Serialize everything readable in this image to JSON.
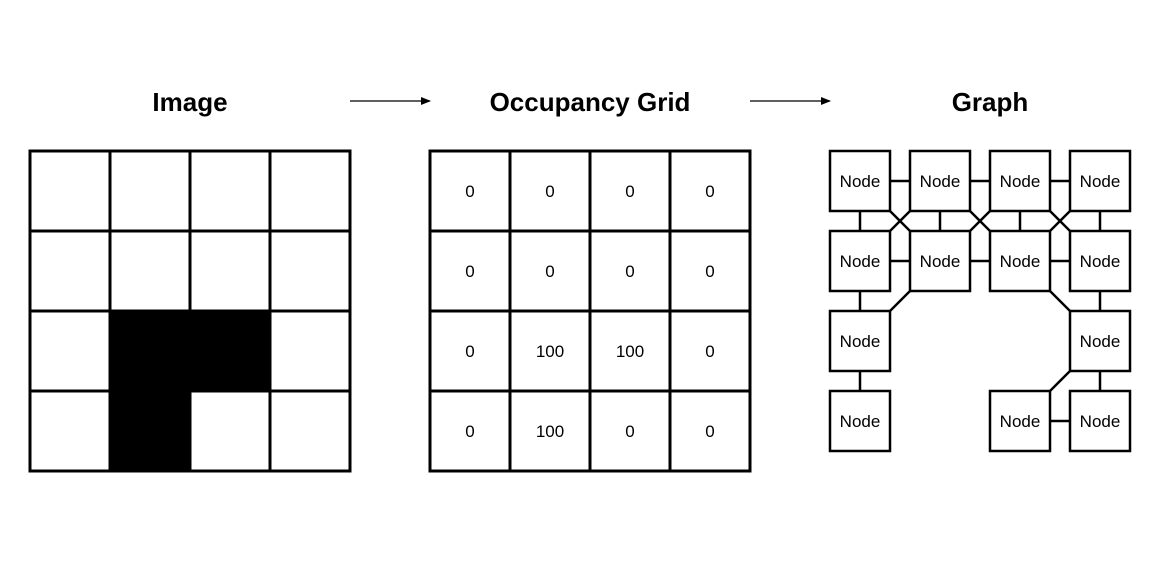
{
  "titles": {
    "image": "Image",
    "occupancy_grid": "Occupancy Grid",
    "graph": "Graph"
  },
  "image_grid": {
    "rows": 4,
    "cols": 4,
    "cells": [
      [
        0,
        0,
        0,
        0
      ],
      [
        0,
        0,
        0,
        0
      ],
      [
        0,
        1,
        1,
        0
      ],
      [
        0,
        1,
        0,
        0
      ]
    ],
    "colors": {
      "free": "#ffffff",
      "occupied": "#000000",
      "line": "#000000"
    }
  },
  "occupancy_grid": {
    "values": [
      [
        "0",
        "0",
        "0",
        "0"
      ],
      [
        "0",
        "0",
        "0",
        "0"
      ],
      [
        "0",
        "100",
        "100",
        "0"
      ],
      [
        "0",
        "100",
        "0",
        "0"
      ]
    ]
  },
  "graph": {
    "node_label": "Node",
    "nodes": [
      {
        "id": "n00",
        "row": 0,
        "col": 0
      },
      {
        "id": "n01",
        "row": 0,
        "col": 1
      },
      {
        "id": "n02",
        "row": 0,
        "col": 2
      },
      {
        "id": "n03",
        "row": 0,
        "col": 3
      },
      {
        "id": "n10",
        "row": 1,
        "col": 0
      },
      {
        "id": "n11",
        "row": 1,
        "col": 1
      },
      {
        "id": "n12",
        "row": 1,
        "col": 2
      },
      {
        "id": "n13",
        "row": 1,
        "col": 3
      },
      {
        "id": "n20",
        "row": 2,
        "col": 0
      },
      {
        "id": "n23",
        "row": 2,
        "col": 3
      },
      {
        "id": "n30",
        "row": 3,
        "col": 0
      },
      {
        "id": "n32",
        "row": 3,
        "col": 2
      },
      {
        "id": "n33",
        "row": 3,
        "col": 3
      }
    ],
    "edges": [
      [
        "n00",
        "n01"
      ],
      [
        "n01",
        "n02"
      ],
      [
        "n02",
        "n03"
      ],
      [
        "n10",
        "n11"
      ],
      [
        "n11",
        "n12"
      ],
      [
        "n12",
        "n13"
      ],
      [
        "n32",
        "n33"
      ],
      [
        "n00",
        "n10"
      ],
      [
        "n01",
        "n11"
      ],
      [
        "n02",
        "n12"
      ],
      [
        "n03",
        "n13"
      ],
      [
        "n10",
        "n20"
      ],
      [
        "n20",
        "n30"
      ],
      [
        "n13",
        "n23"
      ],
      [
        "n23",
        "n33"
      ],
      [
        "n00",
        "n11"
      ],
      [
        "n01",
        "n10"
      ],
      [
        "n01",
        "n12"
      ],
      [
        "n02",
        "n11"
      ],
      [
        "n02",
        "n13"
      ],
      [
        "n03",
        "n12"
      ],
      [
        "n11",
        "n20"
      ],
      [
        "n12",
        "n23"
      ],
      [
        "n23",
        "n32"
      ]
    ]
  }
}
